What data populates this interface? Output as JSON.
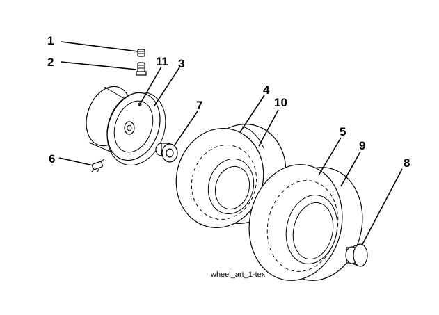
{
  "callouts": {
    "c1": "1",
    "c2": "2",
    "c3": "3",
    "c4": "4",
    "c5": "5",
    "c6": "6",
    "c7": "7",
    "c8": "8",
    "c9": "9",
    "c10": "10",
    "c11": "11"
  },
  "caption": "wheel_art_1-tex",
  "colors": {
    "ink": "#000000",
    "background": "#ffffff"
  }
}
